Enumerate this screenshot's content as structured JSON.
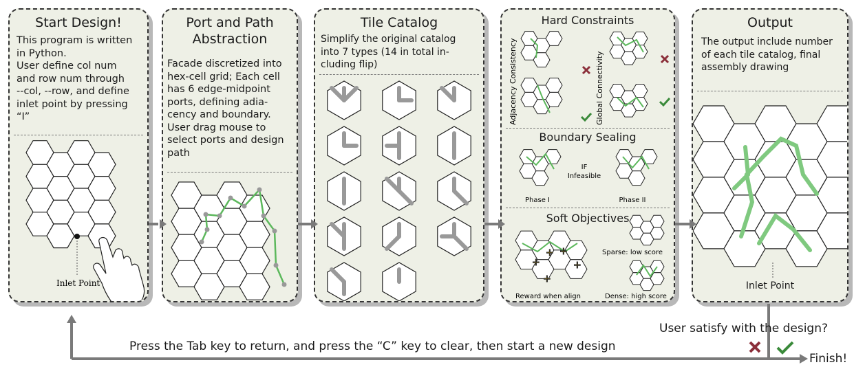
{
  "panels": {
    "start": {
      "title": "Start Design!",
      "lines": [
        "This program is written",
        "in Python.",
        "User define col num",
        "and row num through",
        "--col, --row, and define",
        "inlet point by pressing",
        "“I”"
      ],
      "inlet_label": "Inlet Point"
    },
    "port": {
      "title_line1": "Port and Path",
      "title_line2": "Abstraction",
      "lines": [
        "Facade discretized into",
        "hex-cell grid; Each cell",
        "has 6 edge-midpoint",
        "ports, defining adia-",
        "cency and boundary.",
        "User drag mouse to",
        "select ports and design",
        "path"
      ]
    },
    "tile": {
      "title": "Tile Catalog",
      "lines": [
        "Simplify the original catalog",
        "into 7 types (14 in total in-",
        "cluding flip)"
      ]
    },
    "constraints": {
      "hard_title": "Hard Constraints",
      "adjacency_label": "Adjacency Consistency",
      "global_label": "Global Connectivity",
      "boundary_title": "Boundary Sealing",
      "if_label": "IF",
      "infeasible_label": "Infeasible",
      "phase1": "Phase I",
      "phase2": "Phase II",
      "soft_title": "Soft Objectives",
      "sparse_label": "Sparse: low score",
      "dense_label": "Dense: high score",
      "reward_label": "Reward when align"
    },
    "output": {
      "title": "Output",
      "lines": [
        "The output include number",
        "of each tile catalog, final",
        "assembly drawing"
      ],
      "inlet_label": "Inlet Point"
    }
  },
  "footer": {
    "return_text": "Press the Tab key to return, and press the “C” key to clear, then start a new design",
    "question": "User satisfy with the design?",
    "finish": "Finish!"
  },
  "colors": {
    "panel_bg": "#eef0e6",
    "path_green": "#5cb85c",
    "reject_red": "#8b2f3a",
    "accept_green": "#3a8a3a",
    "arrow_gray": "#7a7a7a",
    "star_yellow": "#f5c518"
  }
}
